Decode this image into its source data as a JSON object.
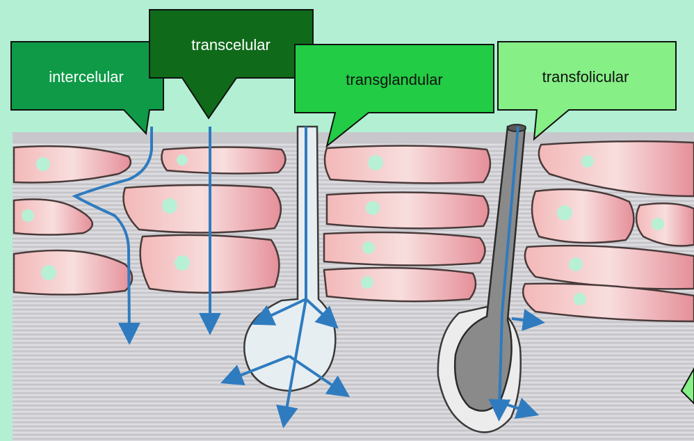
{
  "labels": {
    "intercelular": "intercelular",
    "transcelular": "transcelular",
    "transglandular": "transglandular",
    "transfolicular": "transfolicular"
  },
  "colors": {
    "background": "#b3f0d3",
    "intercelular": "#0e9a47",
    "transcelular": "#0f6a1a",
    "transglandular": "#22cc44",
    "transfolicular": "#86ef86",
    "arrow": "#2f7bbf",
    "cell_fill": "#eeaaaa",
    "nucleus": "#b8f0d6"
  }
}
